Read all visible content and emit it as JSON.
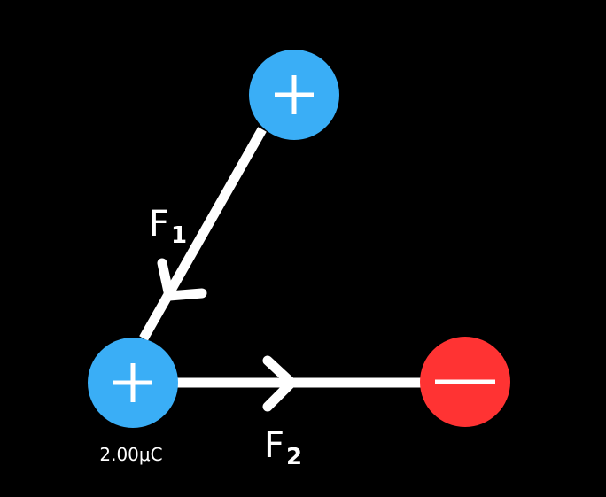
{
  "colors": {
    "background": "#000000",
    "positive_charge": "#3aaef6",
    "negative_charge": "#ff3333",
    "force_vector": "#ffffff",
    "sign_mark": "#ffffff"
  },
  "charges": [
    {
      "id": "top",
      "sign": "+",
      "icon": "plus-icon"
    },
    {
      "id": "bottom-left",
      "sign": "+",
      "icon": "plus-icon",
      "label": "2.00μC"
    },
    {
      "id": "right",
      "sign": "−",
      "icon": "minus-icon"
    }
  ],
  "forces": {
    "f1": {
      "letter": "F",
      "subscript": "1"
    },
    "f2": {
      "letter": "F",
      "subscript": "2"
    }
  }
}
